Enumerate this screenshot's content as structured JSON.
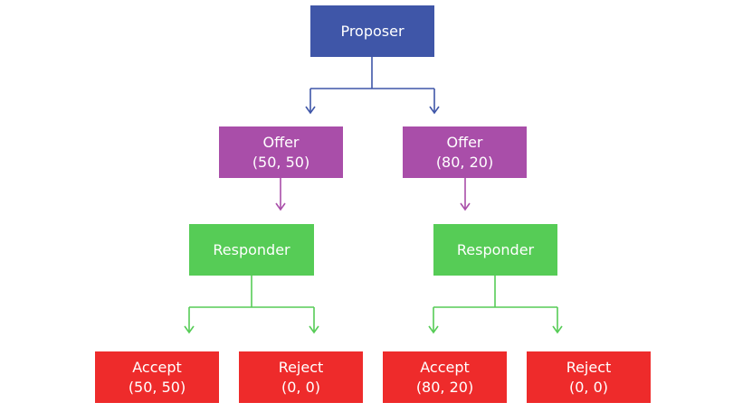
{
  "colors": {
    "proposer": "#3f56a8",
    "offer": "#a94ea9",
    "responder": "#56cc56",
    "outcome": "#ee2b2b"
  },
  "nodes": {
    "proposer": {
      "label": "Proposer"
    },
    "offer_left": {
      "label": "Offer",
      "payoff": "(50, 50)"
    },
    "offer_right": {
      "label": "Offer",
      "payoff": "(80, 20)"
    },
    "responder_left": {
      "label": "Responder"
    },
    "responder_right": {
      "label": "Responder"
    },
    "accept_left": {
      "label": "Accept",
      "payoff": "(50, 50)"
    },
    "reject_left": {
      "label": "Reject",
      "payoff": "(0, 0)"
    },
    "accept_right": {
      "label": "Accept",
      "payoff": "(80, 20)"
    },
    "reject_right": {
      "label": "Reject",
      "payoff": "(0, 0)"
    }
  }
}
